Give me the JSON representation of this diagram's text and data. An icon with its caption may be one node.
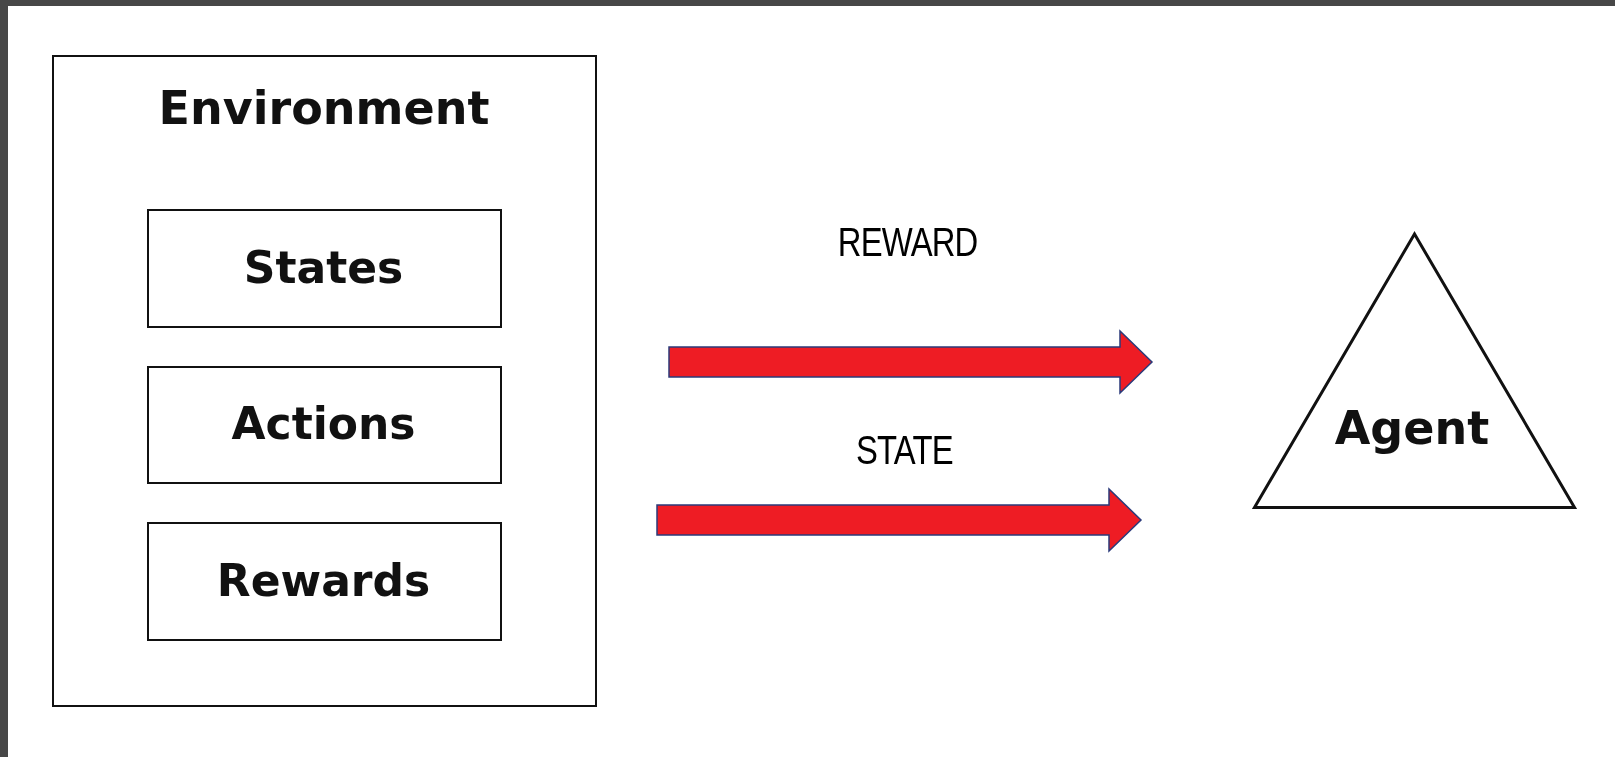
{
  "diagram": {
    "nodes": [
      {
        "text": [
          "Environment"
        ]
      },
      {
        "text": [
          "States"
        ],
        "in": 0
      },
      {
        "text": [
          "Actions"
        ],
        "in": 0
      },
      {
        "text": [
          "Rewards"
        ],
        "in": 0
      },
      {
        "text": [
          "Agent"
        ]
      }
    ],
    "edges": [
      {
        "from": 0,
        "to": 4,
        "arrow": "to",
        "label": "REWARD"
      },
      {
        "from": 0,
        "to": 4,
        "arrow": "to",
        "label": "STATE"
      }
    ]
  }
}
